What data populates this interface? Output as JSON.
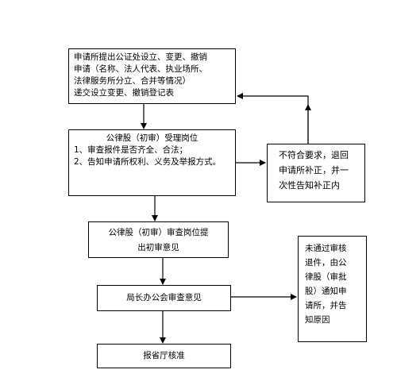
{
  "flowchart": {
    "step1_lines": [
      "申请所提出公证处设立、变更、撤销",
      "申请（名称、法人代表、执业场所、",
      "法律服务所分立、合并等情况）",
      "递交设立变更、撤销登记表"
    ],
    "step2": {
      "title": "公律股（初审）受理岗位",
      "item1": "1、审查报件是否齐全、合法；",
      "item2": "2、告知申请所权利、义务及举报方式。"
    },
    "reject_box_lines": [
      "不符合要求，退回",
      "申请所补正，并一",
      "次性告知补正内"
    ],
    "step3_lines": [
      "公律股（初审）审查岗位提",
      "出初审意见"
    ],
    "step4": "局长办公会审查意见",
    "fail_box_lines": [
      "未通过审核",
      "退件，由公",
      "律股（审批",
      "股）通知申",
      "请所，并告",
      "知原因"
    ],
    "step5": "报省厅核准"
  }
}
